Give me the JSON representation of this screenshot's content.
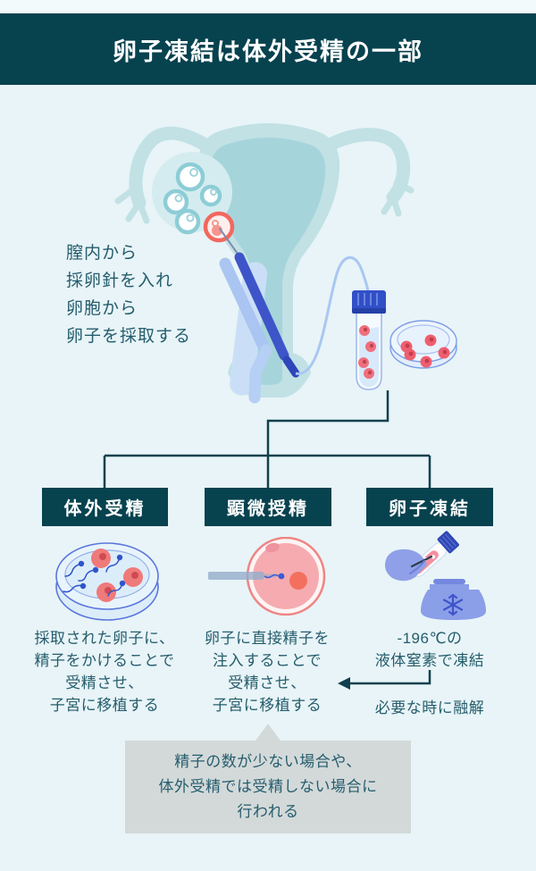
{
  "colors": {
    "bg": "#e8f4f7",
    "top-strip": "#f3fafb",
    "teal-dark": "#07424f",
    "text-teal": "#255d6d",
    "line": "#10404d",
    "bubble-bg": "#d3d9d9"
  },
  "header": {
    "title": "卵子凍結は体外受精の一部"
  },
  "procedure_note": {
    "lines": [
      "膣内から",
      "採卵針を入れ",
      "卵胞から",
      "卵子を採取する"
    ]
  },
  "branches": [
    {
      "label": "体外受精",
      "icon": "petri-dish-sperm-icon",
      "description_lines": [
        "採取された卵子に、",
        "精子をかけることで",
        "受精させ、",
        "子宮に移植する"
      ]
    },
    {
      "label": "顕微授精",
      "icon": "icsi-injection-icon",
      "description_lines": [
        "卵子に直接精子を",
        "注入することで",
        "受精させ、",
        "子宮に移植する"
      ]
    },
    {
      "label": "卵子凍結",
      "icon": "cryo-freezing-icon",
      "description_lines": [
        "-196℃の",
        "液体窒素で凍結"
      ],
      "extra_line": "必要な時に融解"
    }
  ],
  "bubble": {
    "lines": [
      "精子の数が少ない場合や、",
      "体外受精では受精しない場合に",
      "行われる"
    ]
  }
}
